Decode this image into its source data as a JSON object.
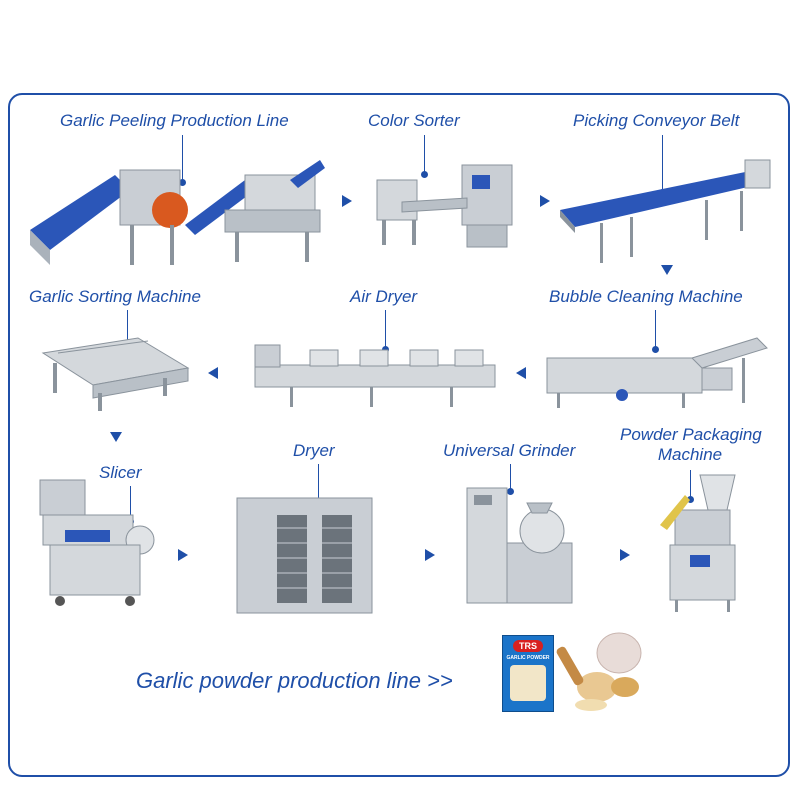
{
  "steps": {
    "garlic_peeling": "Garlic Peeling Production Line",
    "color_sorter": "Color Sorter",
    "picking_conveyor": "Picking Conveyor Belt",
    "garlic_sorting": "Garlic Sorting Machine",
    "air_dryer": "Air Dryer",
    "bubble_cleaning": "Bubble Cleaning Machine",
    "slicer": "Slicer",
    "dryer": "Dryer",
    "universal_grinder": "Universal Grinder",
    "powder_packaging_line1": "Powder Packaging",
    "powder_packaging_line2": "Machine"
  },
  "footer": {
    "title": "Garlic powder production line >>"
  },
  "product_package": {
    "brand": "TRS",
    "product_name": "GARLIC POWDER"
  },
  "colors": {
    "accent": "#1f4fa8",
    "steel": "#c9ced4",
    "belt_blue": "#2b56b8"
  }
}
